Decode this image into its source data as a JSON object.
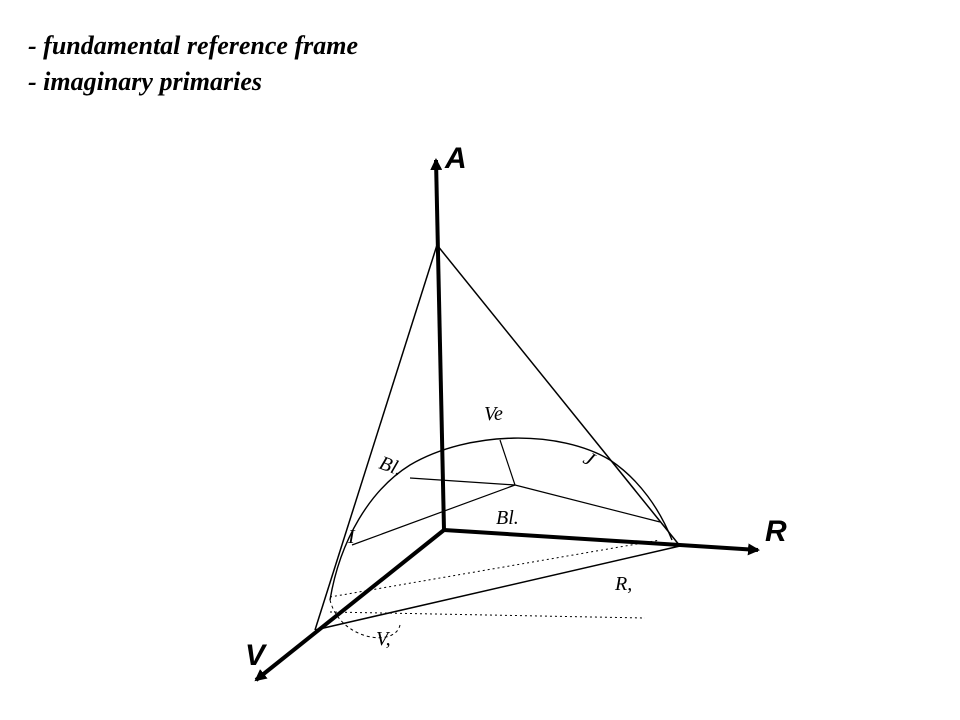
{
  "bullets": [
    "- fundamental reference frame",
    "- imaginary primaries"
  ],
  "axes": {
    "a": "A",
    "r": "R",
    "v": "V"
  },
  "annotations": {
    "ve": "Ve",
    "bl_upper": "Bl.",
    "bl_lower": "Bl.",
    "j": "J",
    "i": "I",
    "r1": "R,",
    "v1": "V,"
  }
}
